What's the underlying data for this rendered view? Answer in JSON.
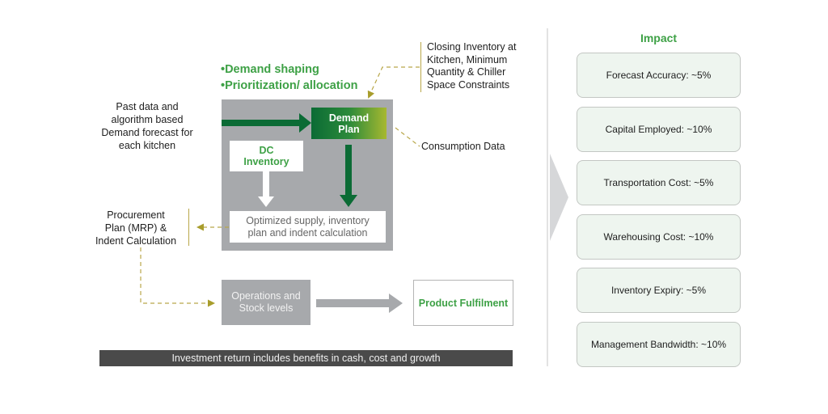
{
  "diagram": {
    "bullets": [
      "Demand shaping",
      "Prioritization/ allocation"
    ],
    "inputs": {
      "past_data": [
        "Past data and",
        "algorithm based",
        "Demand forecast for",
        "each kitchen"
      ],
      "constraints": [
        "Closing Inventory at",
        "Kitchen, Minimum",
        "Quantity & Chiller",
        "Space Constraints"
      ],
      "consumption": "Consumption Data"
    },
    "nodes": {
      "demand_plan": [
        "Demand",
        "Plan"
      ],
      "dc_inventory": [
        "DC",
        "Inventory"
      ],
      "optimized": [
        "Optimized supply, inventory",
        "plan and indent calculation"
      ],
      "procurement": [
        "Procurement",
        "Plan (MRP) &",
        "Indent Calculation"
      ],
      "operations": [
        "Operations and",
        "Stock levels"
      ],
      "fulfilment": "Product Fulfilment"
    },
    "banner": "Investment return includes benefits in cash, cost and growth"
  },
  "impact": {
    "title": "Impact",
    "items": [
      "Forecast Accuracy: ~5%",
      "Capital Employed: ~10%",
      "Transportation Cost: ~5%",
      "Warehousing Cost: ~10%",
      "Inventory Expiry: ~5%",
      "Management Bandwidth: ~10%"
    ]
  },
  "colors": {
    "green": "#3ea146",
    "dark_green": "#0b6b35",
    "olive": "#a7b830",
    "dashed": "#b9a74a",
    "gray_box": "#a7a9ac",
    "banner": "#4a4a4a",
    "impact_bg": "#eef5ef"
  }
}
